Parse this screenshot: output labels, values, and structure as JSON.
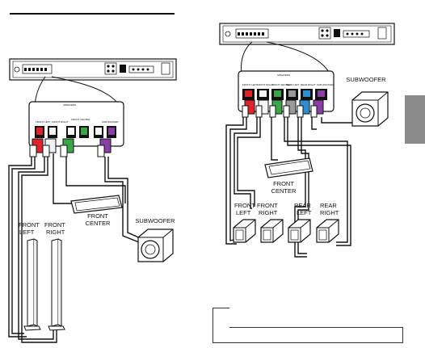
{
  "left_diagram": {
    "panel_caption": "SPEAKERS",
    "jack_labels": [
      "FRONT LEFT",
      "FRONT RIGHT",
      "FRONT CENTER",
      "SUB WOOFER"
    ],
    "labels": {
      "front_left": [
        "FRONT",
        "LEFT"
      ],
      "front_right": [
        "FRONT",
        "RIGHT"
      ],
      "front_center": [
        "FRONT",
        "CENTER"
      ],
      "subwoofer": "SUBWOOFER"
    }
  },
  "right_diagram": {
    "panel_caption": "SPEAKERS",
    "jack_labels": [
      "FRONT LEFT",
      "FRONT RIGHT",
      "FRONT CENTER",
      "REAR LEFT",
      "REAR RIGHT",
      "SUB WOOFER"
    ],
    "labels": {
      "front_center": [
        "FRONT",
        "CENTER"
      ],
      "front_left": [
        "FRONT",
        "LEFT"
      ],
      "front_right": [
        "FRONT",
        "RIGHT"
      ],
      "rear_left": [
        "REAR",
        "LEFT"
      ],
      "rear_right": [
        "REAR",
        "RIGHT"
      ],
      "subwoofer": "SUBWOOFER"
    }
  },
  "colors": {
    "red": "#e0232a",
    "white": "#f4f4f4",
    "green": "#3aa645",
    "grey": "#9a9a9a",
    "blue": "#2f8fd0",
    "purple": "#8b3fa6",
    "tab": "#8a8a8a"
  }
}
